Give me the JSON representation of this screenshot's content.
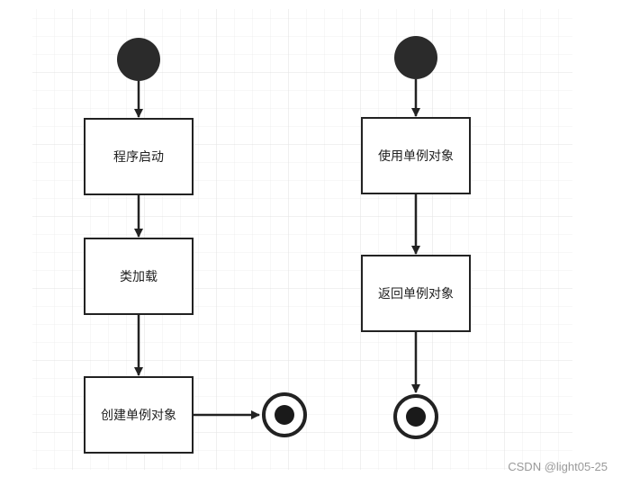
{
  "diagram": {
    "left_flow": {
      "nodes": [
        {
          "id": "program-start",
          "label": "程序启动"
        },
        {
          "id": "class-load",
          "label": "类加载"
        },
        {
          "id": "create-instance",
          "label": "创建单例对象"
        }
      ]
    },
    "right_flow": {
      "nodes": [
        {
          "id": "use-instance",
          "label": "使用单例对象"
        },
        {
          "id": "return-instance",
          "label": "返回单例对象"
        }
      ]
    }
  },
  "watermark": "CSDN @light05-25",
  "colors": {
    "grid": "#e6e6e6",
    "stroke": "#222222",
    "fill": "#ffffff",
    "initial_node": "#2b2b2b"
  }
}
